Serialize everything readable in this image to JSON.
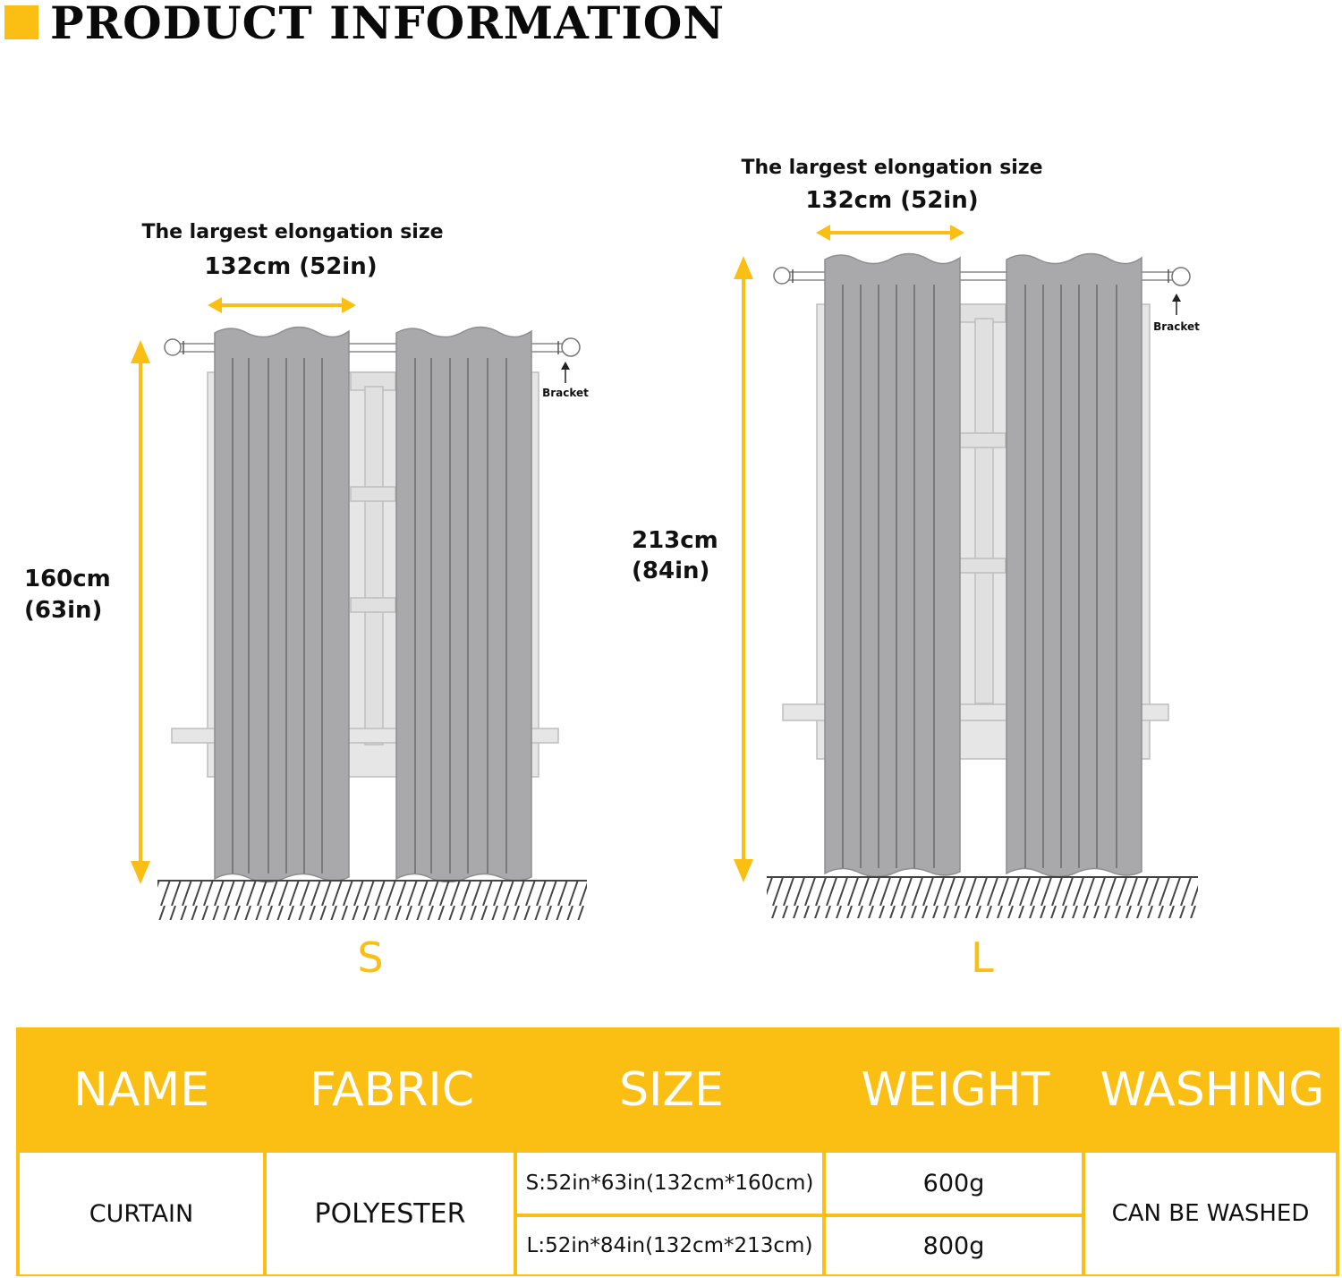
{
  "header": {
    "title": "PRODUCT INFORMATION"
  },
  "colors": {
    "accent": "#fbbf13",
    "curtain": "#a9a9ab",
    "window_frame": "#dcdcdc",
    "hatch": "#444444"
  },
  "diagram_small": {
    "width_title": "The largest elongation size",
    "width_value": "132cm (52in)",
    "height_value_line1": "160cm",
    "height_value_line2": "(63in)",
    "bracket_label": "Bracket",
    "size_letter": "S"
  },
  "diagram_large": {
    "width_title": "The largest elongation size",
    "width_value": "132cm (52in)",
    "height_value_line1": "213cm",
    "height_value_line2": "(84in)",
    "bracket_label": "Bracket",
    "size_letter": "L"
  },
  "table": {
    "headers": [
      "NAME",
      "FABRIC",
      "SIZE",
      "WEIGHT",
      "WASHING"
    ],
    "name": "CURTAIN",
    "fabric": "POLYESTER",
    "sizes": [
      "S:52in*63in(132cm*160cm)",
      "L:52in*84in(132cm*213cm)"
    ],
    "weights": [
      "600g",
      "800g"
    ],
    "washing": "CAN BE WASHED"
  }
}
